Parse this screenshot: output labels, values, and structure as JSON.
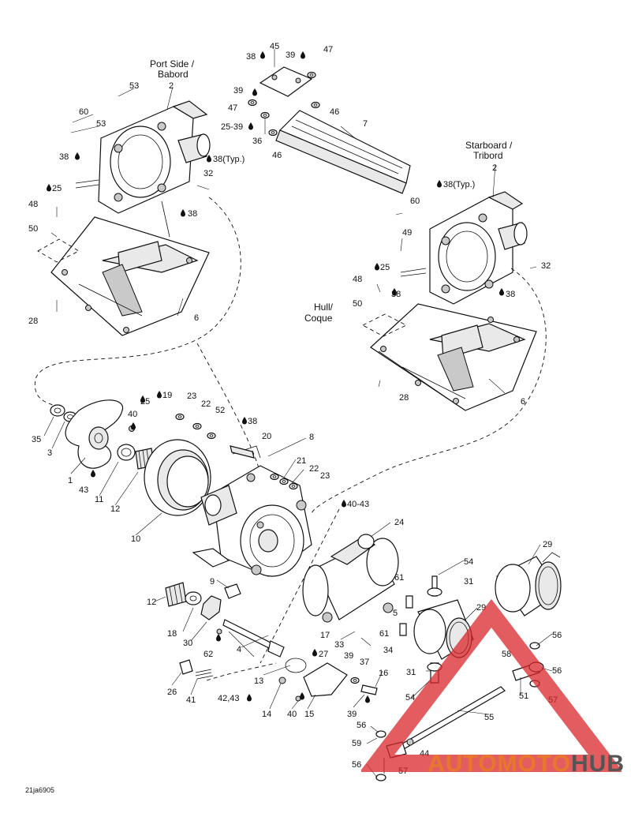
{
  "labels": {
    "port_title_1": "Port Side /",
    "port_title_2": "Babord",
    "star_title_1": "Starboard /",
    "star_title_2": "Tribord",
    "hull_1": "Hull/",
    "hull_2": "Coque",
    "typ_38": "38(Typ.)",
    "l2": "2",
    "l3": "3",
    "l4": "4",
    "l5": "5",
    "l6": "6",
    "l7": "7",
    "l8": "8",
    "l9": "9",
    "l10": "10",
    "l11": "11",
    "l12": "12",
    "l13": "13",
    "l14": "14",
    "l15": "15",
    "l16": "16",
    "l17": "17",
    "l18": "18",
    "l19": "19",
    "l20": "20",
    "l21": "21",
    "l22": "22",
    "l23": "23",
    "l24": "24",
    "l25": "25",
    "l26": "26",
    "l27": "27",
    "l28": "28",
    "l29": "29",
    "l30": "30",
    "l31": "31",
    "l32": "32",
    "l33": "33",
    "l34": "34",
    "l35": "35",
    "l36": "36",
    "l37": "37",
    "l38": "38",
    "l39": "39",
    "l40": "40",
    "l41": "41",
    "l43": "43",
    "l44": "44",
    "l45": "45",
    "l46": "46",
    "l47": "47",
    "l48": "48",
    "l49": "49",
    "l50": "50",
    "l51": "51",
    "l52": "52",
    "l53": "53",
    "l54": "54",
    "l55": "55",
    "l56": "56",
    "l57": "57",
    "l58": "58",
    "l59": "59",
    "l60": "60",
    "l61": "61",
    "l62": "62",
    "l1": "1",
    "l25_39": "25-39",
    "l40_43": "40-43",
    "l42_43": "42,43"
  },
  "figure_code": "21ja6905",
  "watermark": {
    "part1": "AUTO",
    "part2": "MOTO",
    "part3": "HUB"
  },
  "colors": {
    "line": "#111111",
    "watermark_orange": "#e8772e",
    "watermark_red": "#d9252a",
    "watermark_gray": "#555555"
  }
}
